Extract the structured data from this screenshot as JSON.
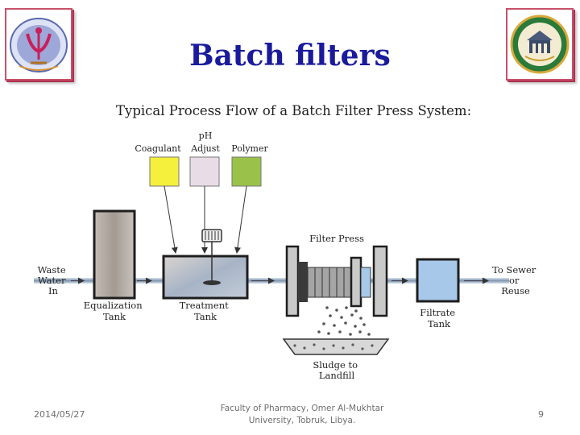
{
  "slide": {
    "title": "Batch filters",
    "footer_date": "2014/05/27",
    "footer_line1": "Faculty of Pharmacy, Omer Al-Mukhtar",
    "footer_line2": "University, Tobruk, Libya.",
    "page_number": "9"
  },
  "diagram": {
    "title": "Typical Process Flow of a Batch Filter Press System:",
    "chemicals": {
      "coagulant": "Coagulant",
      "ph_line1": "pH",
      "ph_line2": "Adjust",
      "polymer": "Polymer"
    },
    "inflow_label": [
      "Waste",
      "Water",
      "In"
    ],
    "equalization_label": [
      "Equalization",
      "Tank"
    ],
    "treatment_label": [
      "Treatment",
      "Tank"
    ],
    "filter_press_label": "Filter Press",
    "filtrate_label": [
      "Filtrate",
      "Tank"
    ],
    "outflow_label": [
      "To Sewer",
      "or",
      "Reuse"
    ],
    "sludge_label": [
      "Sludge to",
      "Landfill"
    ],
    "colors": {
      "coagulant": "#f5f03c",
      "ph_adjust": "#e8dde6",
      "polymer": "#9ac24a",
      "filtrate": "#a8c8ea",
      "title": "#1a1a9c"
    }
  }
}
